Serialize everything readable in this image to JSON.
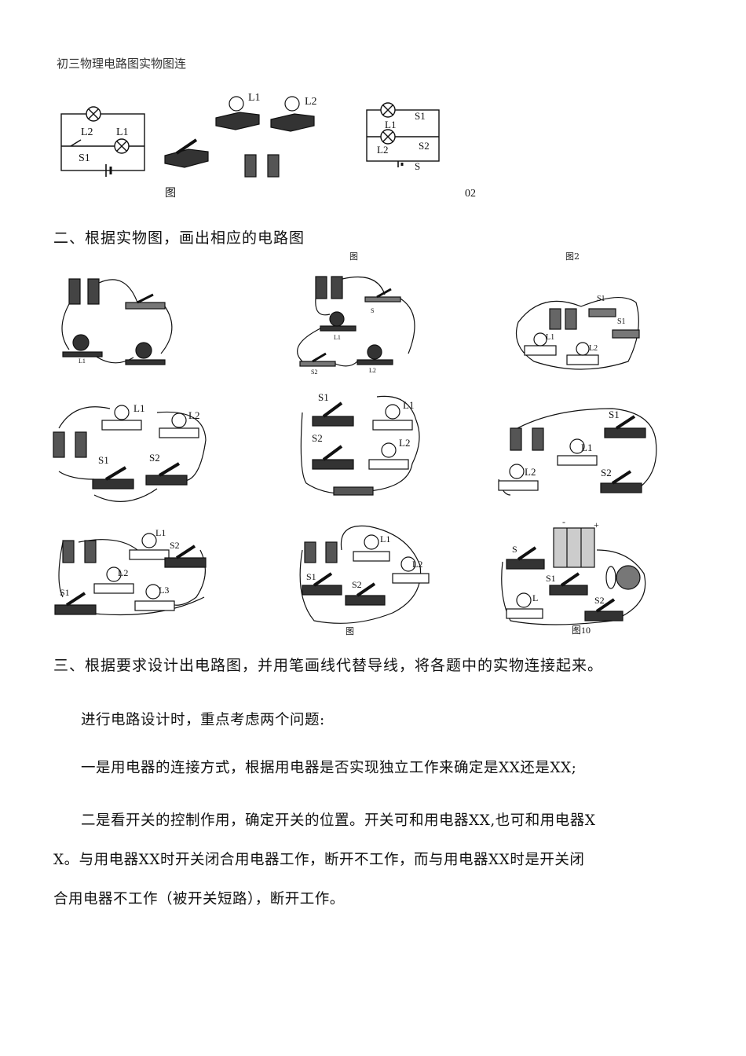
{
  "doc": {
    "header": "初三物理电路图实物图连",
    "sec2_title": "二、根据实物图，画出相应的电路图",
    "sec3_title": "三、根据要求设计出电路图，并用笔画线代替导线，将各题中的实物连接起来。",
    "para1": "进行电路设计时，重点考虑两个问题:",
    "para2": "一是用电器的连接方式，根据用电器是否实现独立工作来确定是XX还是XX;",
    "para3_line1": "二是看开关的控制作用，确定开关的位置。开关可和用电器XX,也可和用电器X",
    "para3_line2": "X。与用电器XX时开关闭合用电器工作，断开不工作，而与用电器XX时是开关闭",
    "para3_line3": "合用电器不工作（被开关短路），断开工作。"
  },
  "figure_labels": {
    "top_left_caption": "图",
    "top_right_caption": "02",
    "row_caption_mid": "图",
    "row_caption_right": "图2",
    "row3_caption_mid": "图",
    "row3_caption_right": "图10"
  },
  "component_labels": {
    "L1": "L1",
    "L2": "L2",
    "L3": "L3",
    "S": "S",
    "S1": "S1",
    "S2": "S2",
    "L": "L",
    "plus": "+",
    "minus": "-"
  }
}
